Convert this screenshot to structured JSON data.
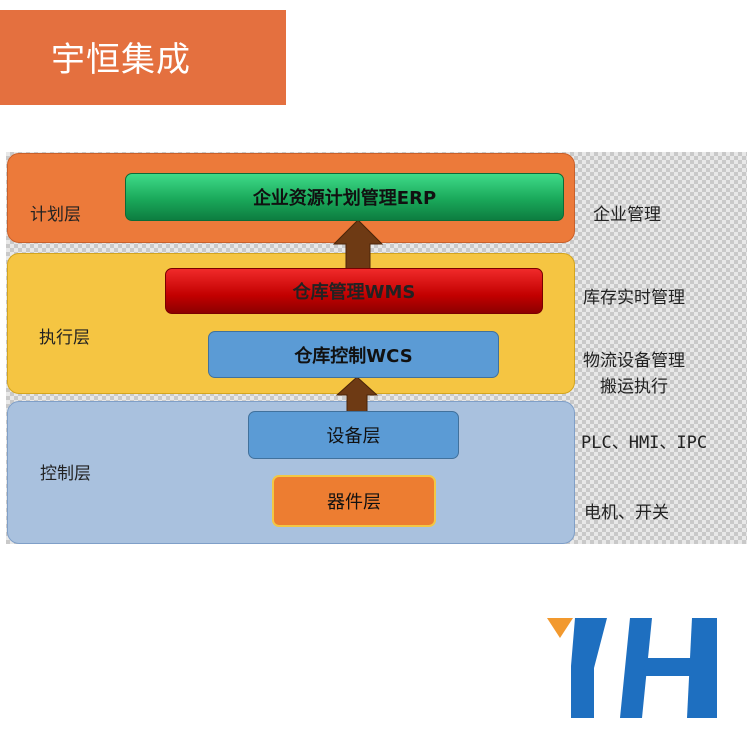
{
  "brand": {
    "title": "宇恒集成"
  },
  "layers": {
    "plan": {
      "label": "计划层"
    },
    "exec": {
      "label": "执行层"
    },
    "ctrl": {
      "label": "控制层"
    }
  },
  "boxes": {
    "erp": "企业资源计划管理ERP",
    "wms": "仓库管理WMS",
    "wcs": "仓库控制WCS",
    "device": "设备层",
    "component": "器件层"
  },
  "side_labels": {
    "enterprise": "企业管理",
    "inventory": "库存实时管理",
    "logistics_line1": "物流设备管理",
    "logistics_line2": "搬运执行",
    "devices": "PLC、HMI、IPC",
    "components": "电机、开关"
  },
  "logo": {
    "text": "YH"
  },
  "colors": {
    "brand_orange": "#e4703f",
    "plan_layer": "#ec7a3a",
    "exec_layer": "#f5c542",
    "ctrl_layer": "#a9c1de",
    "erp_green": "#1aa85a",
    "wms_red": "#c20000",
    "box_blue": "#5b9bd5",
    "logo_blue": "#1e6fc0",
    "logo_orange": "#f2992e"
  }
}
